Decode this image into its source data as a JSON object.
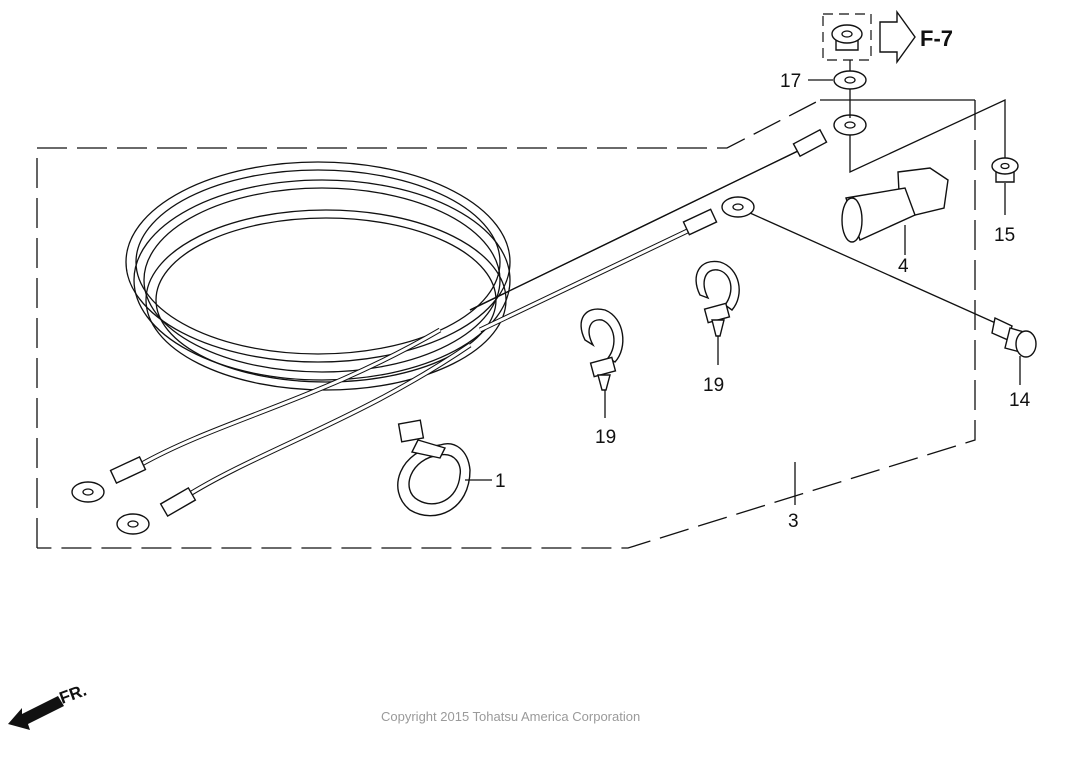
{
  "diagram": {
    "reference": "F-7",
    "callouts": {
      "nut_top": "17",
      "nut_right": "15",
      "connector_cap": "4",
      "bolt": "14",
      "clip_right": "19",
      "clip_left": "19",
      "cable_clamp": "1",
      "cable_assembly": "3"
    },
    "front_indicator": "FR."
  },
  "footer": {
    "copyright": "Copyright 2015 Tohatsu America Corporation"
  }
}
